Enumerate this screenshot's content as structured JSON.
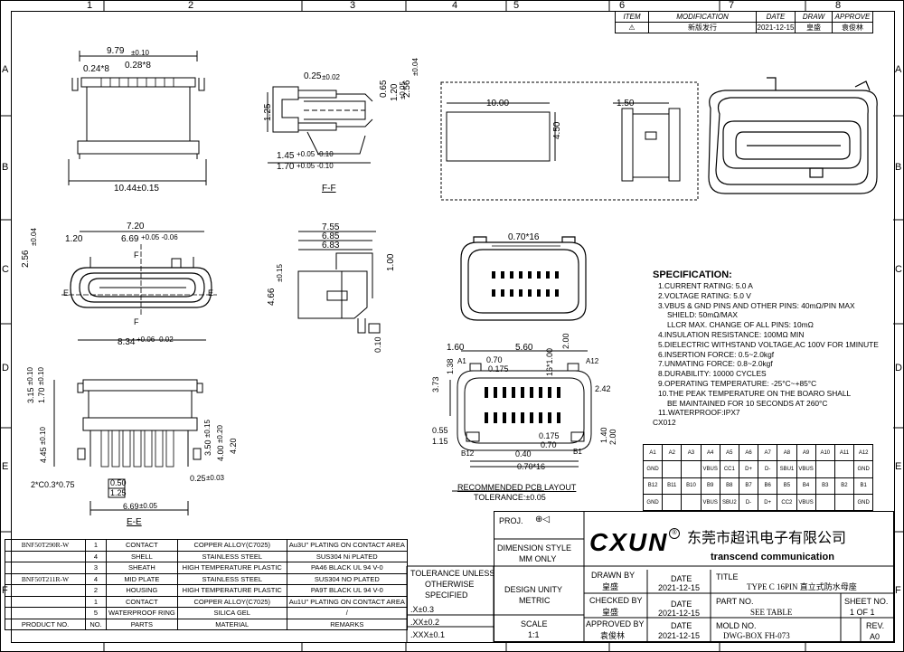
{
  "frame": {
    "col_labels": [
      "1",
      "2",
      "3",
      "4",
      "5",
      "6",
      "7",
      "8"
    ],
    "row_labels": [
      "A",
      "B",
      "C",
      "D",
      "E",
      "F"
    ]
  },
  "revision": {
    "headers": [
      "ITEM",
      "MODIFICATION",
      "DATE",
      "DRAW",
      "APPROVE"
    ],
    "row": {
      "item": "⚠",
      "modification": "新版发行",
      "date": "2021-12-15",
      "draw": "皇盛",
      "approve": "袁俊林"
    }
  },
  "top_view": {
    "dim_width": "9.79",
    "dim_width_tol": "±0.10",
    "dim_a": "0.24*8",
    "dim_b": "0.28*8",
    "dim_bottom": "10.44±0.15"
  },
  "section_ff": {
    "d1": "0.25",
    "d1_tol": "±0.02",
    "d2": "0.65",
    "d3": "1.20",
    "d3_tol": "±0.05",
    "d4": "2.56",
    "d4_tol": "±0.04",
    "d5": "1.25",
    "d6": "1.45",
    "d6_tol": "+0.05 -0.10",
    "d7": "1.70",
    "d7_tol": "+0.05 -0.10",
    "label": "F-F"
  },
  "pcb_box": {
    "d1": "10.00",
    "d2": "4.50",
    "d3": "1.50"
  },
  "front_view": {
    "d1": "7.20",
    "d2": "1.20",
    "d3": "6.69",
    "d3_tol": "+0.05 -0.06",
    "d4": "2.56",
    "d4_tol": "±0.04",
    "f_top": "F",
    "f_bottom": "F",
    "e_left": "E",
    "e_right": "E",
    "d5": "8.34",
    "d5_tol": "+0.06 -0.02"
  },
  "side_view": {
    "d1": "7.55",
    "d2": "6.85",
    "d3": "6.83",
    "d4": "4.66",
    "d4_tol": "±0.15",
    "d5": "1.00",
    "flat": "0.10"
  },
  "pin_face": {
    "pitch": "0.70*16"
  },
  "bottom_view": {
    "d1": "3.15",
    "d1_tol": "±0.10",
    "d2": "1.70",
    "d2_tol": "±0.10",
    "d3": "4.45",
    "d3_tol": "±0.10",
    "d4": "3.50",
    "d4_tol": "±0.15",
    "d5": "4.00",
    "d5_tol": "±0.20",
    "d6": "4.20",
    "d7": "2*C0.3*0.75",
    "d8": "0.50",
    "d9": "1.25",
    "d10": "0.25",
    "d10_tol": "±0.03",
    "d11": "6.69",
    "d11_tol": "±0.05",
    "label": "E-E"
  },
  "pcb_layout": {
    "d1": "1.60",
    "d2": "5.60",
    "d3": "0.70",
    "d4": "1.38",
    "d5": "0.175",
    "d6": "3.73",
    "d7": "16*1.00",
    "d8": "2.42",
    "d9": "0.55",
    "d10": "1.15",
    "d11": "0.70",
    "d12": "0.175",
    "d13": "0.40",
    "d14": "0.70*16",
    "d15": "1.40",
    "d16": "2.00",
    "d17": "2.00",
    "a1": "A1",
    "a12": "A12",
    "b12": "B12",
    "b1": "B1",
    "title": "RECOMMENDED PCB LAYOUT",
    "tolerance": "TOLERANCE:±0.05"
  },
  "specification": {
    "title": "SPECIFICATION:",
    "lines": [
      "1.CURRENT RATING: 5.0 A",
      "2.VOLTAGE RATING: 5.0 V",
      "3.VBUS & GND PINS AND OTHER PINS: 40mΩ/PIN MAX",
      "SHIELD: 50mΩ/MAX",
      "LLCR MAX. CHANGE OF ALL PINS: 10mΩ",
      "4.INSULATION RESISTANCE:  100MΩ MIN",
      "5.DIELECTRIC WITHSTAND VOLTAGE,AC 100V FOR 1MINUTE",
      "6.INSERTION FORCE: 0.5~2.0kgf",
      "7.UNMATING FORCE: 0.8~2.0kgf",
      "8.DURABILITY: 10000 CYCLES",
      "9.OPERATING TEMPERATURE: -25°C~+85°C",
      "10.THE PEAK TEMPERATURE ON THE BOARO SHALL",
      "BE MAINTAINED FOR 10 SECONDS AT 260°C",
      "11.WATERPROOF:IPX7",
      "CX012"
    ]
  },
  "pin_table": {
    "rows": [
      [
        "A1",
        "A2",
        "A3",
        "A4",
        "A5",
        "A6",
        "A7",
        "A8",
        "A9",
        "A10",
        "A11",
        "A12"
      ],
      [
        "GND",
        "",
        "",
        "VBUS",
        "CC1",
        "D+",
        "D-",
        "SBU1",
        "VBUS",
        "",
        "",
        "GND"
      ],
      [
        "B12",
        "B11",
        "B10",
        "B9",
        "B8",
        "B7",
        "B6",
        "B5",
        "B4",
        "B3",
        "B2",
        "B1"
      ],
      [
        "GND",
        "",
        "",
        "VBUS",
        "SBU2",
        "D-",
        "D+",
        "CC2",
        "VBUS",
        "",
        "",
        "GND"
      ]
    ]
  },
  "bom": {
    "rows": [
      [
        "BNF50T290R-W",
        "1",
        "CONTACT",
        "COPPER ALLOY(C7025)",
        "Au3U\" PLATING ON CONTACT AREA"
      ],
      [
        "",
        "4",
        "SHELL",
        "STAINLESS STEEL",
        "SUS304 Ni PLATED"
      ],
      [
        "",
        "3",
        "SHEATH",
        "HIGH TEMPERATURE PLASTIC",
        "PA46 BLACK UL 94 V-0"
      ],
      [
        "BNF50T211R-W",
        "4",
        "MID PLATE",
        "STAINLESS STEEL",
        "SUS304 NO PLATED"
      ],
      [
        "",
        "2",
        "HOUSING",
        "HIGH TEMPERATURE PLASTIC",
        "PA9T BLACK UL 94 V-0"
      ],
      [
        "",
        "1",
        "CONTACT",
        "COPPER ALLOY(C7025)",
        "Au1U\" PLATING ON CONTACT AREA"
      ],
      [
        "",
        "5",
        "WATERPROOF RING",
        "SILICA GEL",
        "/"
      ]
    ],
    "footer": [
      "PRODUCT NO.",
      "NO.",
      "PARTS",
      "MATERIAL",
      "REMARKS"
    ]
  },
  "title_block": {
    "proj": "PROJ.",
    "dimension_style": "DIMENSION STYLE",
    "mm_only": "MM ONLY",
    "tolerance_title": "TOLERANCE UNLESS",
    "tolerance_otherwise": "OTHERWISE",
    "tolerance_specified": "SPECIFIED",
    "tol1": ".X±0.3",
    "tol2": ".XX±0.2",
    "tol3": ".XXX±0.1",
    "design_unity": "DESIGN UNITY",
    "metric": "METRIC",
    "scale_label": "SCALE",
    "scale_value": "1:1",
    "brand": "CXUN",
    "brand_cn": "东莞市超讯电子有限公司",
    "brand_en": "transcend communication",
    "drawn_by": "DRAWN BY",
    "drawn_name": "皇盛",
    "drawn_date_label": "DATE",
    "drawn_date": "2021-12-15",
    "checked_by": "CHECKED BY",
    "checked_name": "皇盛",
    "checked_date_label": "DATE",
    "checked_date": "2021-12-15",
    "approved_by": "APPROVED BY",
    "approved_name": "袁俊林",
    "approved_date_label": "DATE",
    "approved_date": "2021-12-15",
    "title_label": "TITLE",
    "title_value": "TYPE C 16PIN 直立式防水母座",
    "part_no_label": "PART NO.",
    "part_no_value": "SEE TABLE",
    "mold_no_label": "MOLD NO.",
    "mold_no_value": "DWG-BOX FH-073",
    "sheet_no_label": "SHEET NO.",
    "sheet_no_value": "1 OF 1",
    "rev_label": "REV.",
    "rev_value": "A0"
  }
}
